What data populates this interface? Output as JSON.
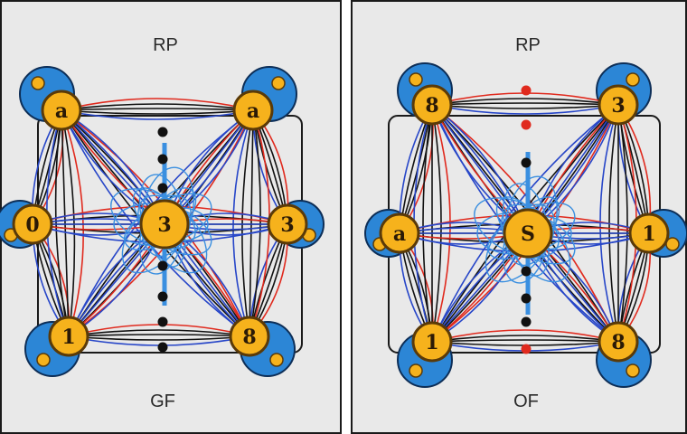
{
  "panels": [
    {
      "id": "left",
      "top_label": "RP",
      "bottom_label": "GF",
      "nodes": [
        {
          "id": "tl",
          "label": "a"
        },
        {
          "id": "tr",
          "label": "a"
        },
        {
          "id": "ml",
          "label": "0"
        },
        {
          "id": "c",
          "label": "3"
        },
        {
          "id": "mr",
          "label": "3"
        },
        {
          "id": "bl",
          "label": "1"
        },
        {
          "id": "br",
          "label": "8"
        }
      ]
    },
    {
      "id": "right",
      "top_label": "RP",
      "bottom_label": "OF",
      "nodes": [
        {
          "id": "tl",
          "label": "8"
        },
        {
          "id": "tr",
          "label": "3"
        },
        {
          "id": "ml",
          "label": "a"
        },
        {
          "id": "c",
          "label": "S"
        },
        {
          "id": "mr",
          "label": "1"
        },
        {
          "id": "bl",
          "label": "1"
        },
        {
          "id": "br",
          "label": "8"
        }
      ]
    }
  ],
  "colors": {
    "panel_bg": "#e9e9e9",
    "panel_border": "#1a1a1a",
    "node_fill": "#f6b21c",
    "node_stroke": "#5a3a08",
    "blob_fill": "#2c86d6",
    "edge_red": "#e02a1e",
    "edge_blue": "#2746c8",
    "edge_black": "#111111",
    "hub_blue": "#3a8fe0"
  },
  "icons": [
    "graph-node",
    "junction-dot"
  ]
}
